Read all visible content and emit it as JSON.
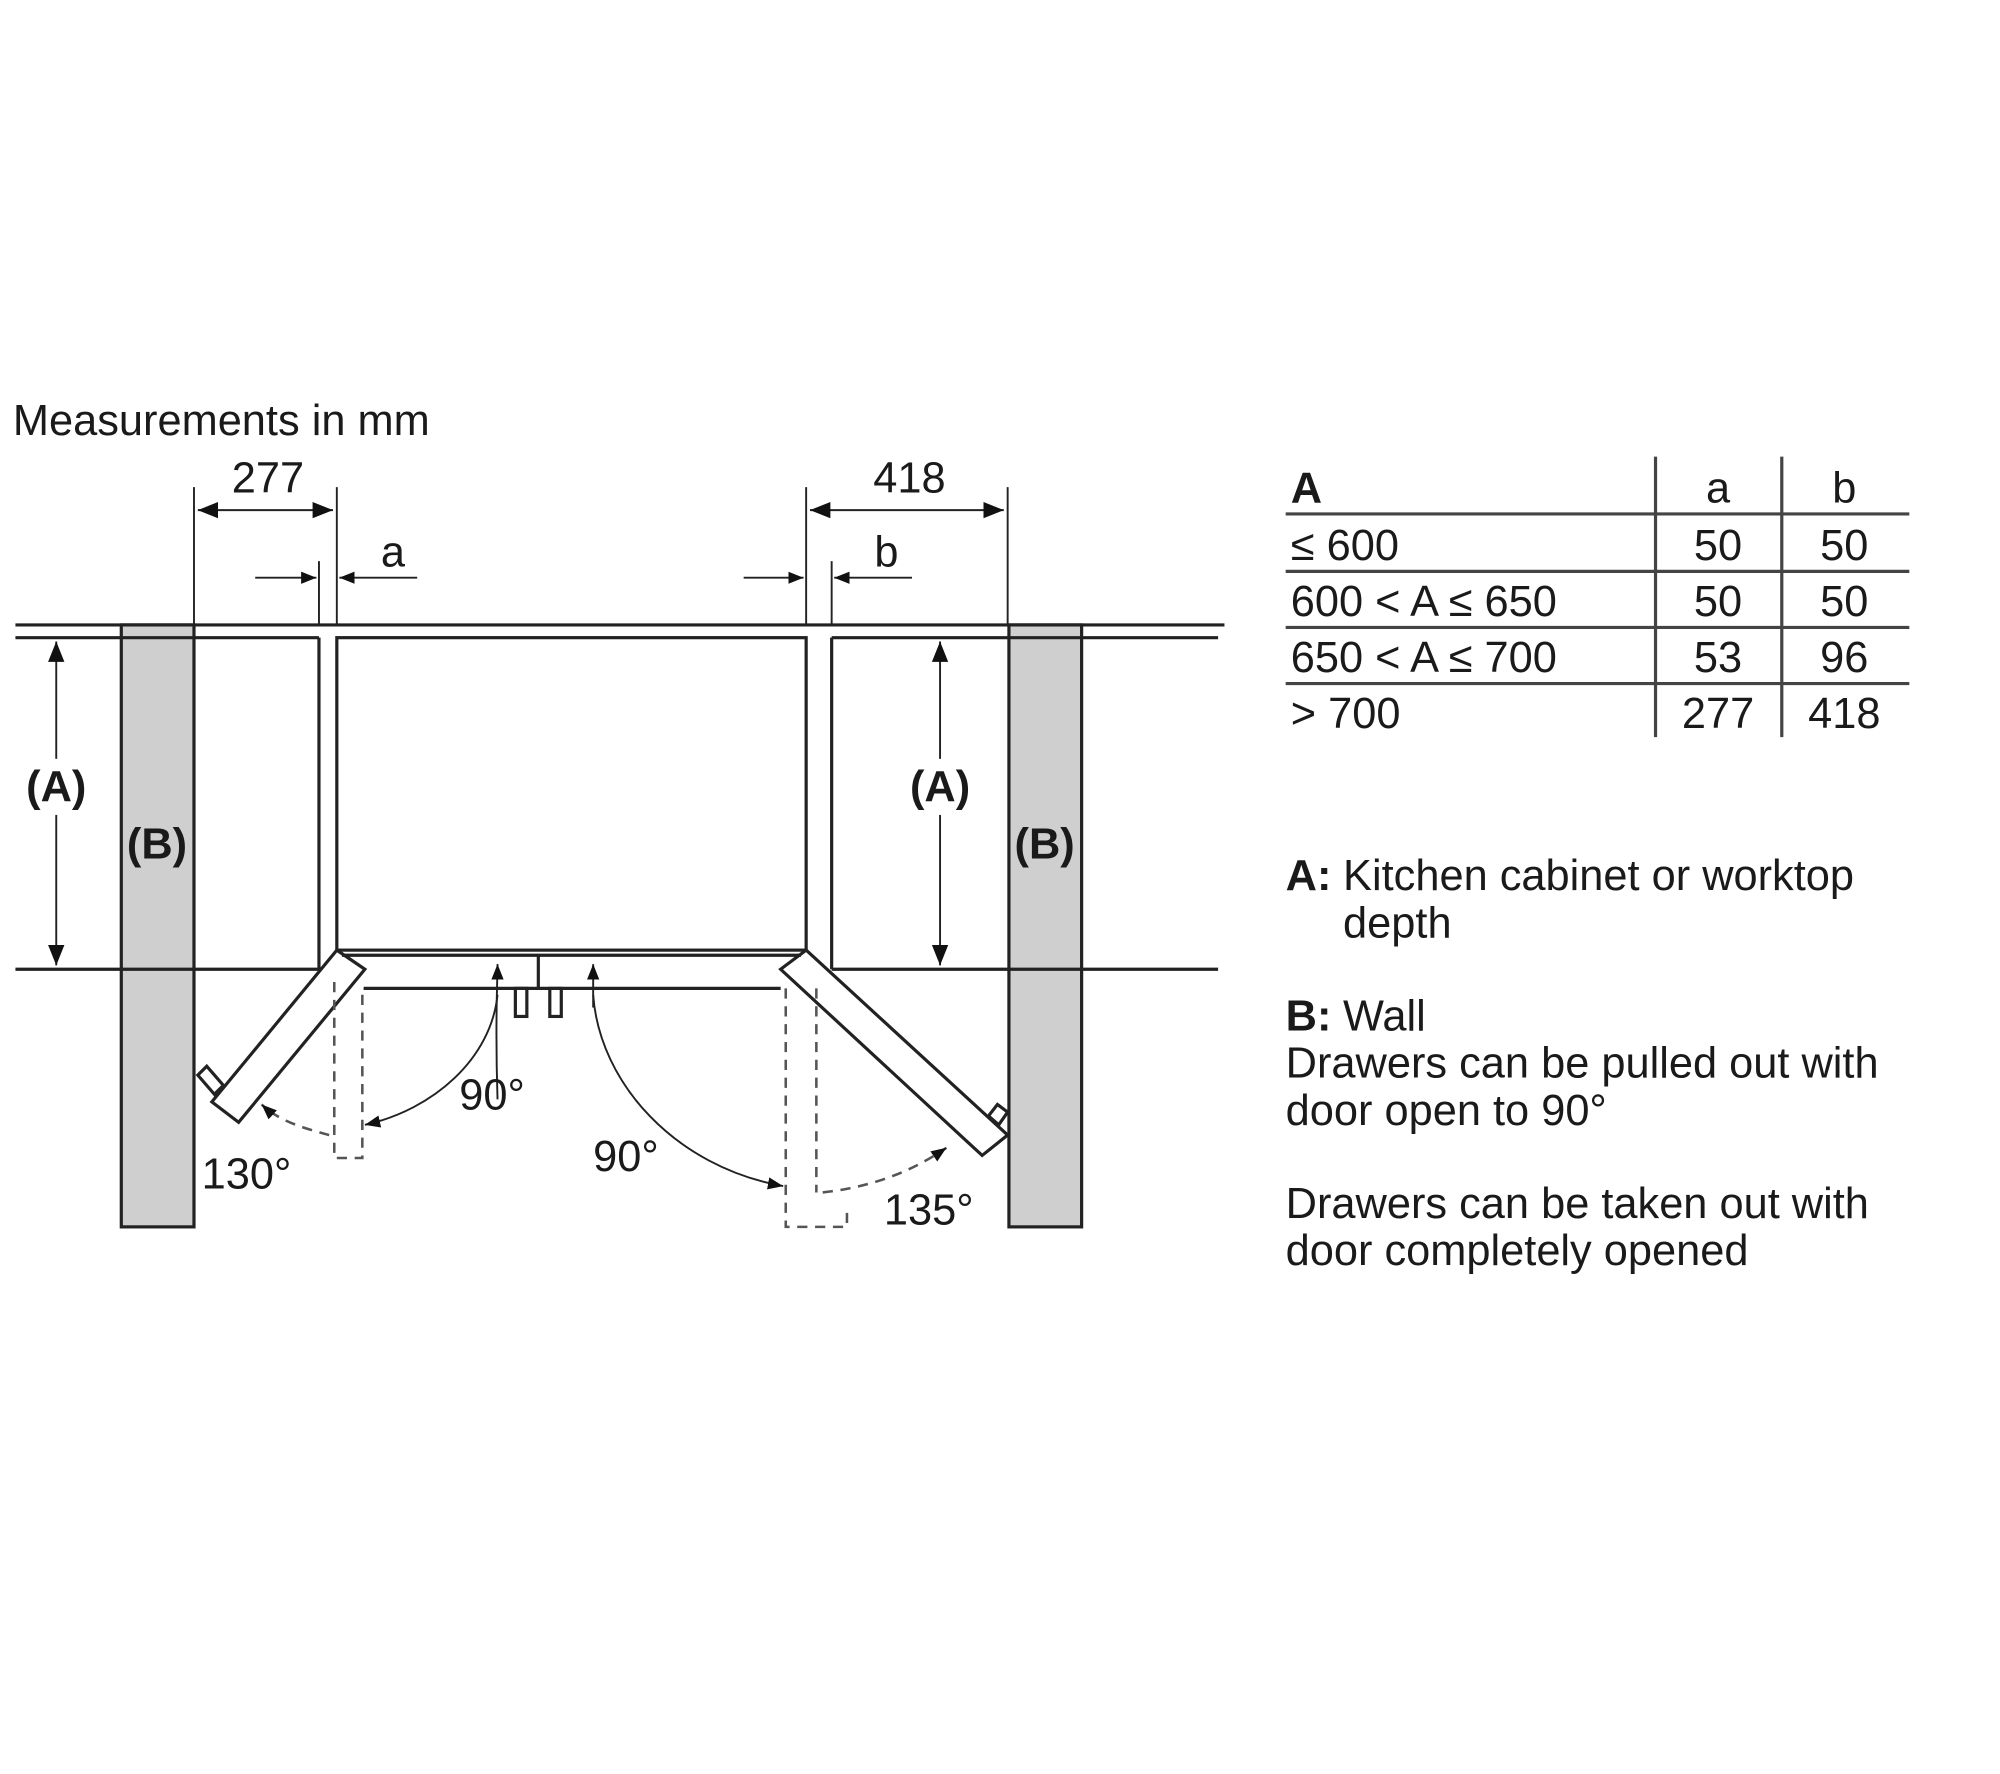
{
  "title": "Measurements in mm",
  "dimensions": {
    "left_width": "277",
    "right_width": "418",
    "left_gap": "a",
    "right_gap": "b",
    "depth_label": "(A)",
    "wall_label": "(B)"
  },
  "angles": {
    "left_90": "90°",
    "left_max": "130°",
    "right_90": "90°",
    "right_max": "135°"
  },
  "table": {
    "headers": [
      "A",
      "a",
      "b"
    ],
    "rows": [
      [
        "≤ 600",
        "50",
        "50"
      ],
      [
        "600 < A ≤ 650",
        "50",
        "50"
      ],
      [
        "650 < A ≤ 700",
        "53",
        "96"
      ],
      [
        "> 700",
        "277",
        "418"
      ]
    ]
  },
  "legend": {
    "a_key": "A:",
    "a_text_1": "Kitchen cabinet or worktop",
    "a_text_2": "depth",
    "b_key": "B:",
    "b_text": "Wall",
    "note1_line1": "Drawers can be pulled out with",
    "note1_line2": "door open to 90°",
    "note2_line1": "Drawers can be taken out with",
    "note2_line2": "door completely opened"
  },
  "colors": {
    "wall": "#cfcfcf",
    "line": "#222222"
  }
}
